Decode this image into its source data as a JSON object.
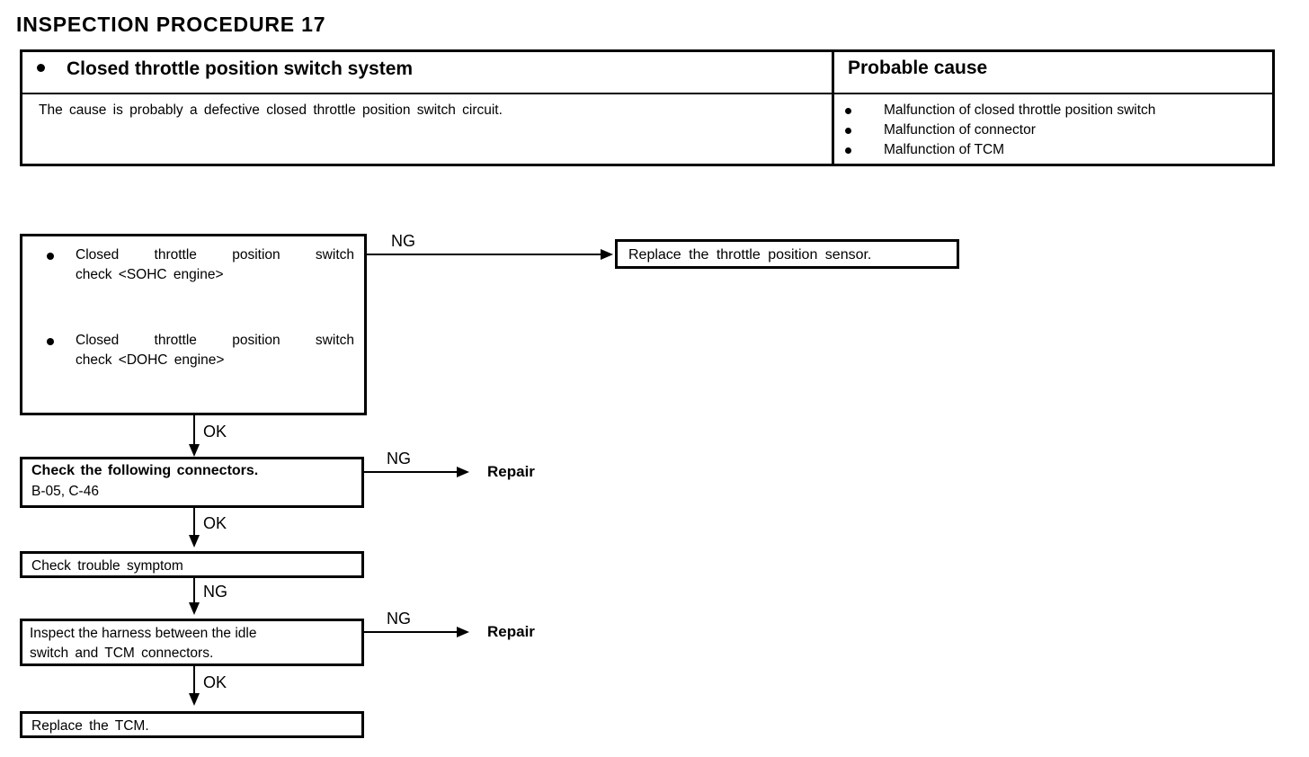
{
  "page": {
    "title": "INSPECTION PROCEDURE 17"
  },
  "header_table": {
    "system_title": "Closed throttle position switch system",
    "probable_cause_title": "Probable cause",
    "description": "The cause is probably a defective closed throttle position switch circuit.",
    "causes": [
      "Malfunction of closed throttle position switch",
      "Malfunction of connector",
      "Malfunction of TCM"
    ]
  },
  "flowchart": {
    "box_switch_check": {
      "items": [
        {
          "line1": "Closed throttle position switch",
          "line2": "check <SOHC engine>"
        },
        {
          "line1": "Closed throttle position switch",
          "line2": "check <DOHC engine>"
        }
      ]
    },
    "box_replace_sensor": {
      "text": "Replace the throttle position sensor."
    },
    "box_connectors": {
      "heading": "Check the following connectors.",
      "connectors": "B-05, C-46"
    },
    "box_trouble_symptom": {
      "text": "Check trouble symptom"
    },
    "box_inspect_harness": {
      "line1": "Inspect the harness between the idle",
      "line2": "switch and TCM connectors."
    },
    "box_replace_tcm": {
      "text": "Replace the TCM."
    },
    "labels": {
      "ng_sensor": "NG",
      "ok_to_connectors": "OK",
      "ng_connectors": "NG",
      "repair_connectors": "Repair",
      "ok_to_symptom": "OK",
      "ng_to_harness": "NG",
      "ng_harness": "NG",
      "repair_harness": "Repair",
      "ok_to_tcm": "OK"
    }
  },
  "colors": {
    "ink": "#000000",
    "paper": "#ffffff"
  }
}
